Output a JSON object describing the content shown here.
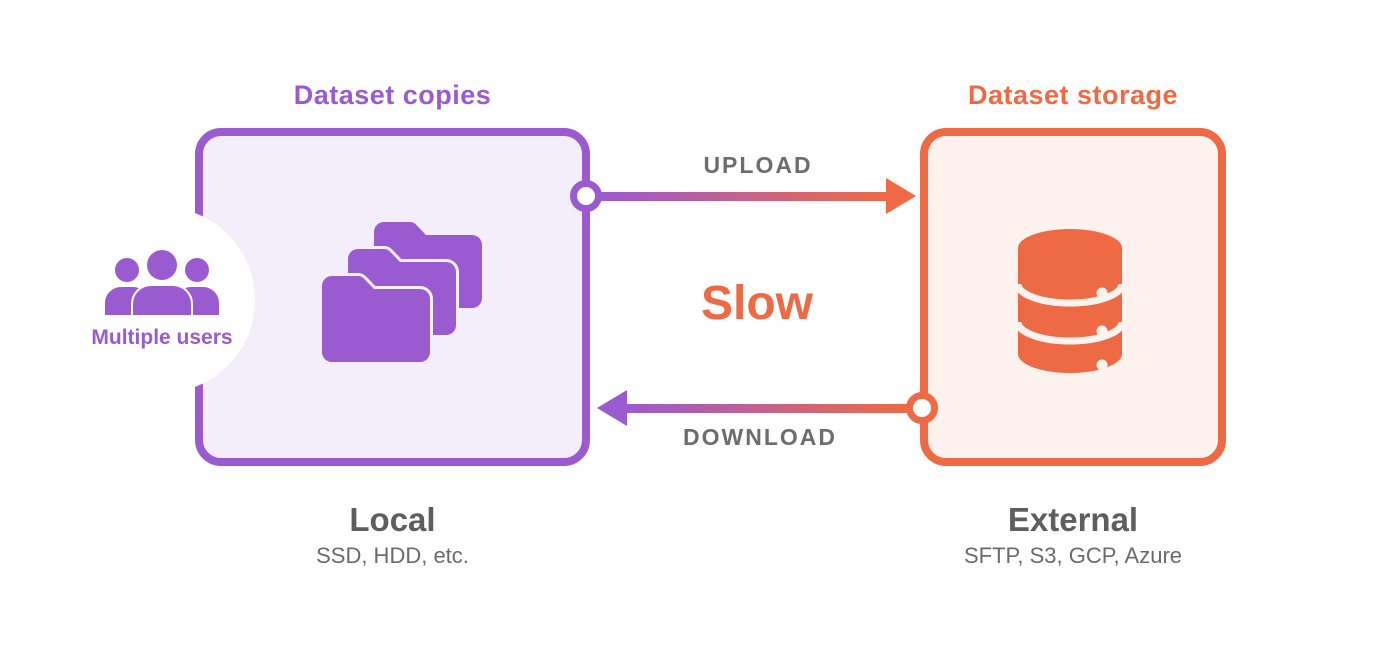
{
  "colors": {
    "purple": "#9a5ad0",
    "purple_fill": "#f4eefa",
    "orange": "#ee6a44",
    "orange_fill": "#fdf2ed",
    "label_gray": "#6d6d6d",
    "caption_gray": "#5e5e5e",
    "sub_gray": "#6b6b6b",
    "white": "#ffffff"
  },
  "left_box": {
    "title": "Dataset copies",
    "users_label": "Multiple users",
    "caption": "Local",
    "subcaption": "SSD, HDD, etc.",
    "icon": "folder-copies-icon"
  },
  "right_box": {
    "title": "Dataset storage",
    "caption": "External",
    "subcaption": "SFTP, S3, GCP, Azure",
    "icon": "database-icon"
  },
  "flows": {
    "upload_label": "UPLOAD",
    "download_label": "DOWNLOAD",
    "speed_label": "Slow"
  },
  "icons": {
    "users": "users-icon",
    "folders": "folder-copies-icon",
    "database": "database-icon",
    "upload_connector": "connector-dot-icon",
    "download_connector": "connector-dot-icon",
    "upload_arrow": "arrow-right-icon",
    "download_arrow": "arrow-left-icon"
  }
}
